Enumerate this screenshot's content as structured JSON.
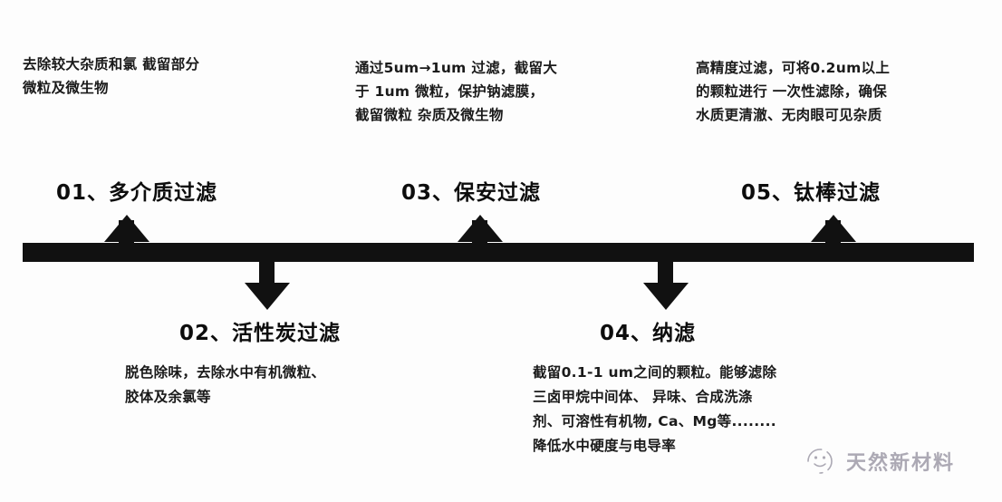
{
  "diagram": {
    "title_hint": "净水处理五级过滤流程时间轴",
    "bar_color": "#111111",
    "background_color": "#fdfdfd",
    "text_color": "#1a1a1a"
  },
  "stages": [
    {
      "id": "stage-01",
      "title": "01、多介质过滤",
      "description": "去除较大杂质和氯 截留部分\n微粒及微生物",
      "direction": "up"
    },
    {
      "id": "stage-02",
      "title": "02、活性炭过滤",
      "description": "脱色除味，去除水中有机微粒、\n胶体及余氯等",
      "direction": "down"
    },
    {
      "id": "stage-03",
      "title": "03、保安过滤",
      "description": "通过5um→1um 过滤，截留大\n于 1um 微粒，保护钠滤膜，\n截留微粒 杂质及微生物",
      "direction": "up"
    },
    {
      "id": "stage-04",
      "title": "04、纳滤",
      "description": "截留0.1-1 um之间的颗粒。能够滤除\n三卤甲烷中间体、    异味、合成洗涤\n剂、可溶性有机物, Ca、Mg等........\n降低水中硬度与电导率",
      "direction": "down"
    },
    {
      "id": "stage-05",
      "title": "05、钛棒过滤",
      "description": "高精度过滤，可将0.2um以上\n的颗粒进行 一次性滤除，确保\n水质更清澈、无肉眼可见杂质",
      "direction": "up"
    }
  ],
  "watermark": {
    "label": "天然新材料",
    "icon": "smiley-circle-logo-icon",
    "color": "#2a2440"
  }
}
